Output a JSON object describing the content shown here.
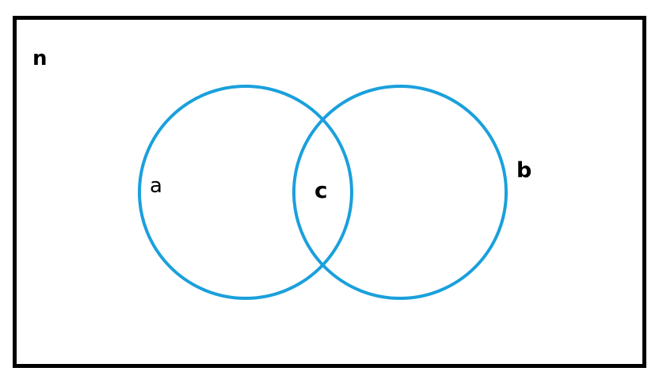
{
  "diagram": {
    "type": "venn",
    "universe_label": "n",
    "sets": [
      {
        "label": "a",
        "color": "#1aa0dc"
      },
      {
        "label": "b",
        "color": "#1aa0dc"
      }
    ],
    "intersection_label": "c",
    "border_color": "#000000",
    "background_color": "#ffffff"
  }
}
